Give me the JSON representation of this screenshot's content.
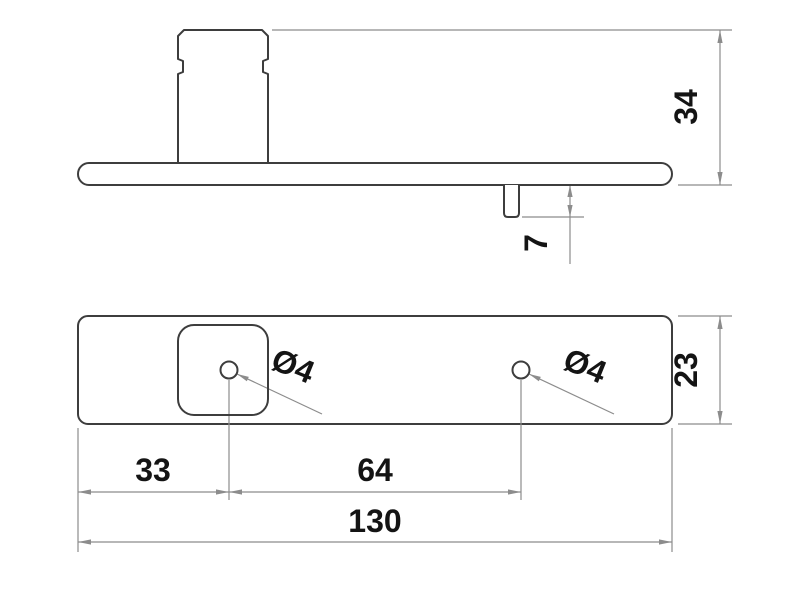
{
  "drawing_type": "technical-drawing-two-view",
  "colors": {
    "background": "#ffffff",
    "part_line": "#3d3d3d",
    "dimension_line": "#8c8c8c",
    "text": "#141414"
  },
  "side_view": {
    "overall_height_label": "34",
    "pin_protrusion_label": "7"
  },
  "plan_view": {
    "left_hole_diameter_label": "Ø4",
    "right_hole_diameter_label": "Ø4",
    "plate_width_label": "23",
    "left_hole_offset_label": "33",
    "hole_spacing_label": "64",
    "plate_length_label": "130"
  }
}
